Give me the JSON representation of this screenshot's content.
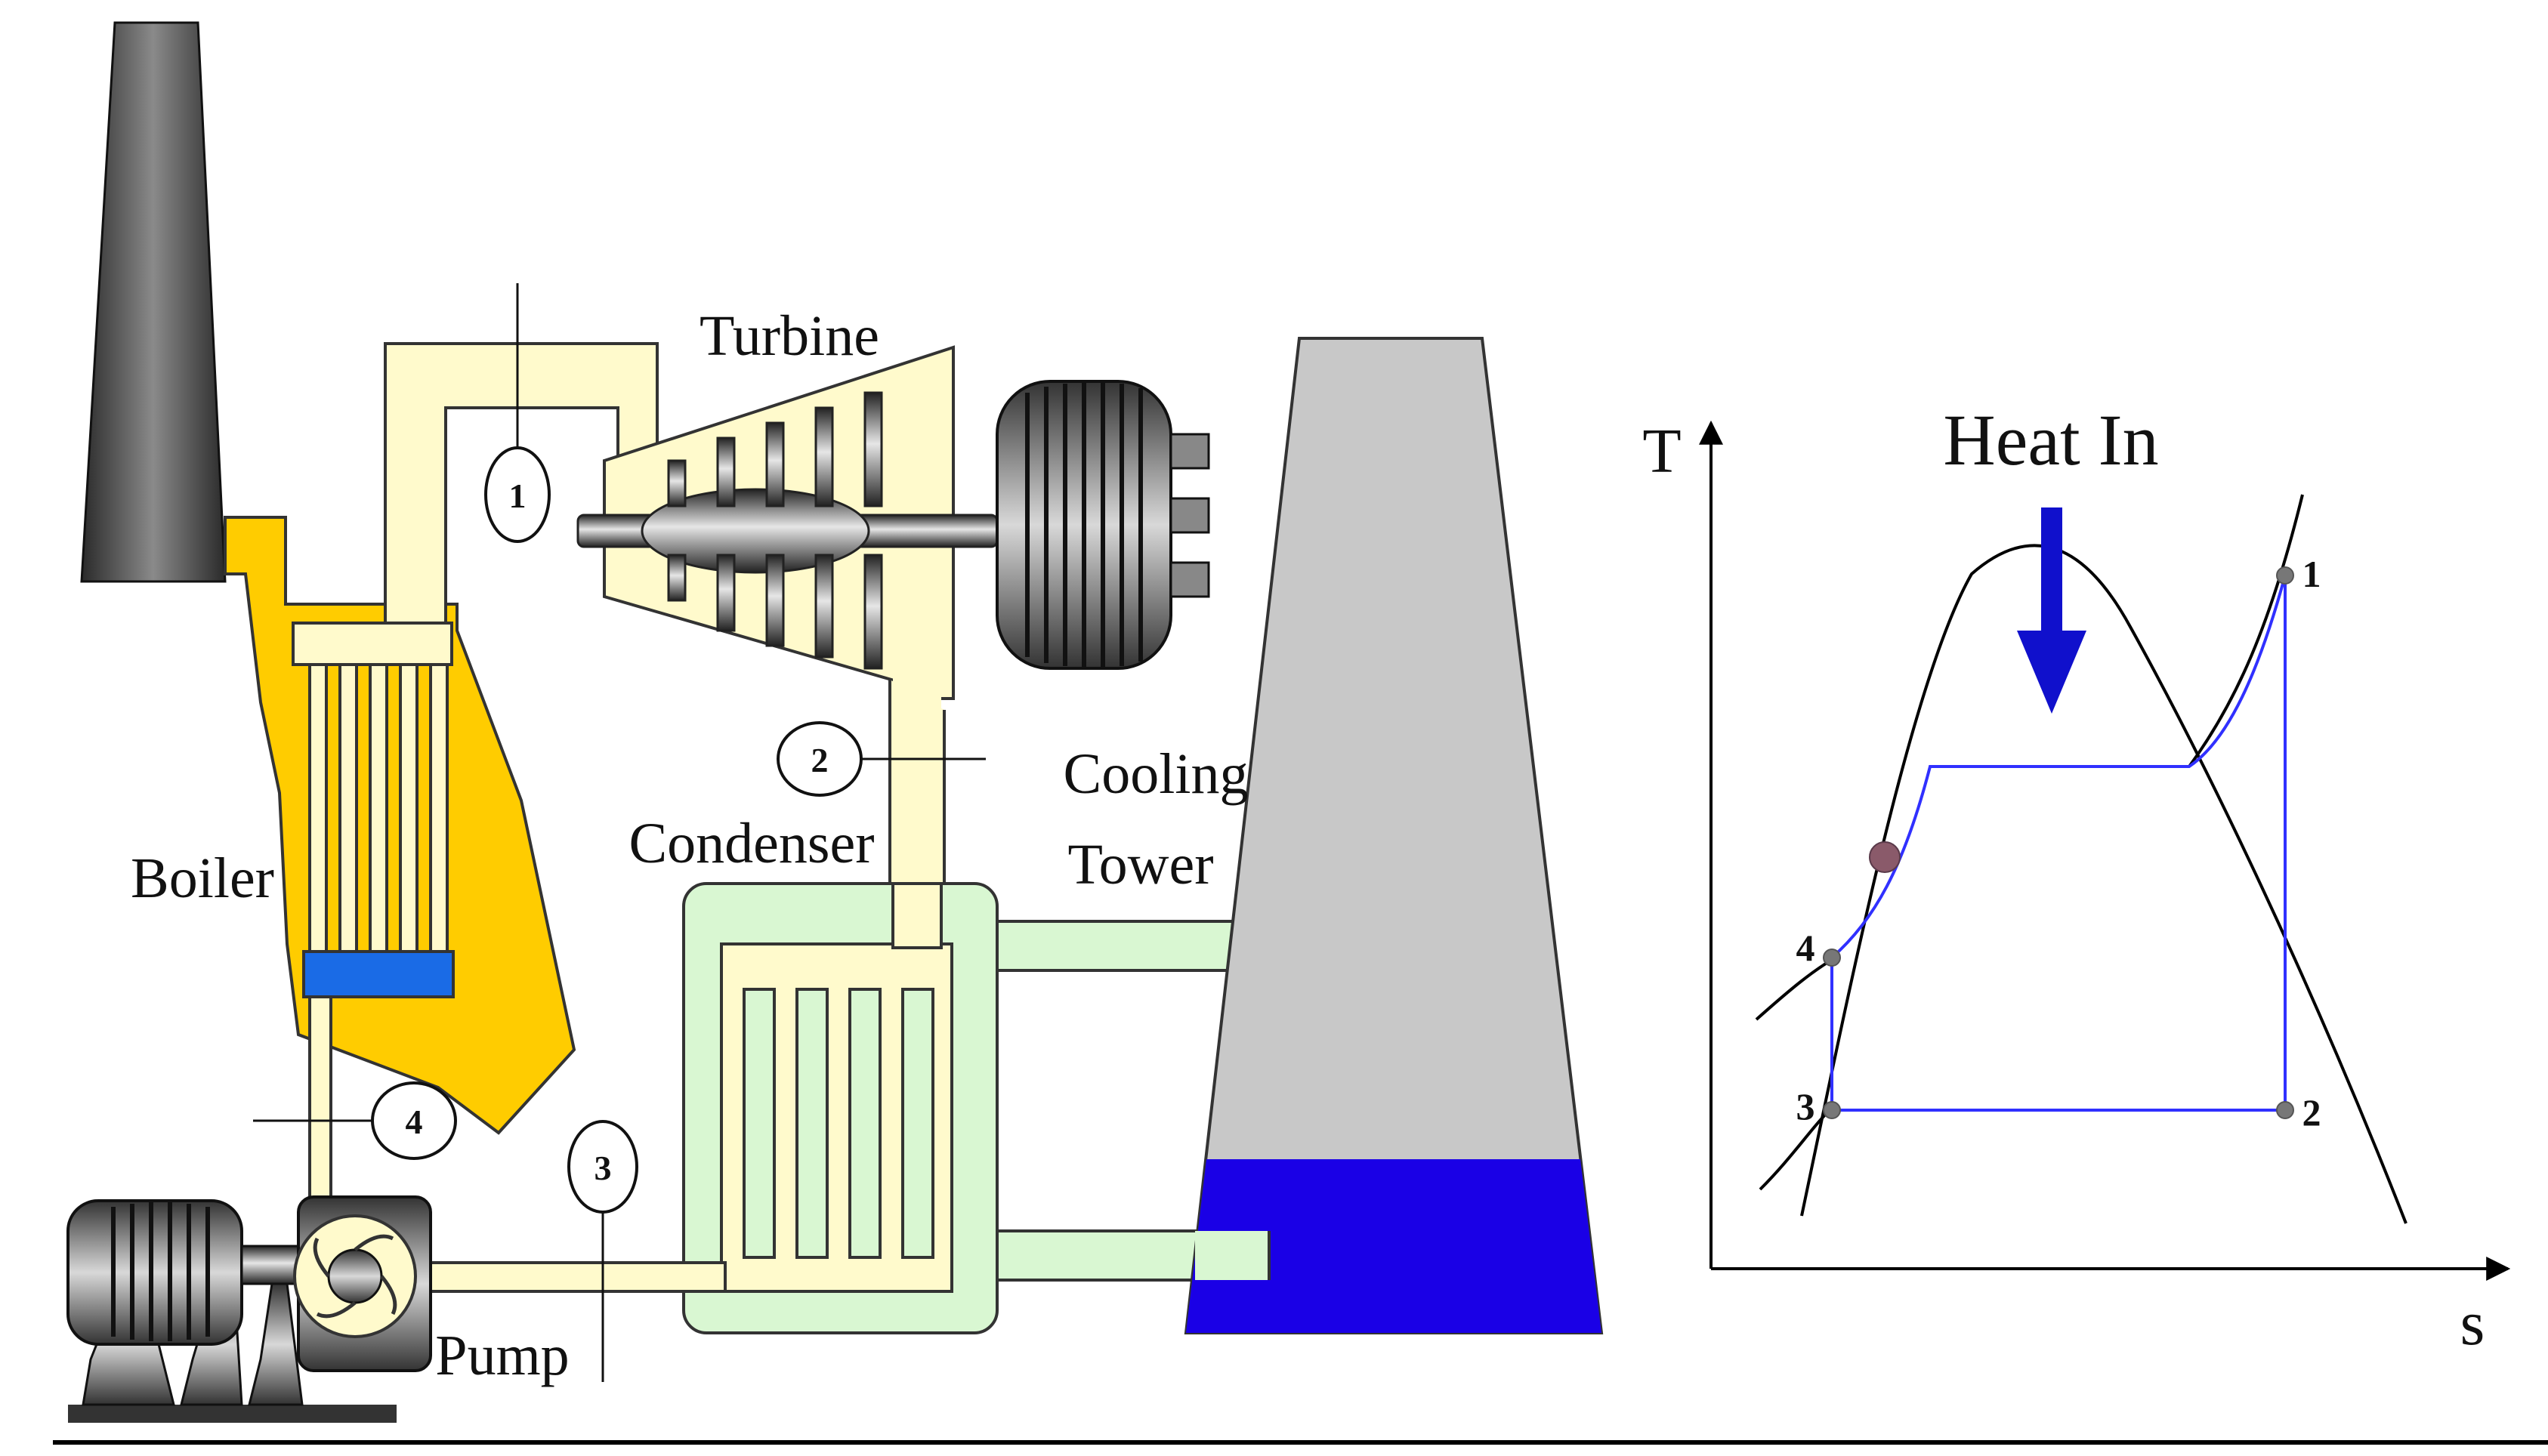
{
  "plant": {
    "labels": {
      "turbine": "Turbine",
      "boiler": "Boiler",
      "condenser": "Condenser",
      "cooling_line1": "Cooling",
      "cooling_line2": "Tower",
      "pump": "Pump"
    },
    "state_points": [
      "1",
      "2",
      "3",
      "4"
    ]
  },
  "ts_diagram": {
    "axis_t": "T",
    "axis_s": "s",
    "heat_in": "Heat In",
    "points": [
      "1",
      "2",
      "3",
      "4"
    ]
  },
  "colors": {
    "boiler": "#ffcc00",
    "pipe": "#fffacc",
    "condenser": "#d9f7d2",
    "tower": "#c8c8c8",
    "water": "#1a00e6",
    "cycle_line": "#3030ff",
    "arrow": "#1010cc",
    "stack": "#404040"
  }
}
